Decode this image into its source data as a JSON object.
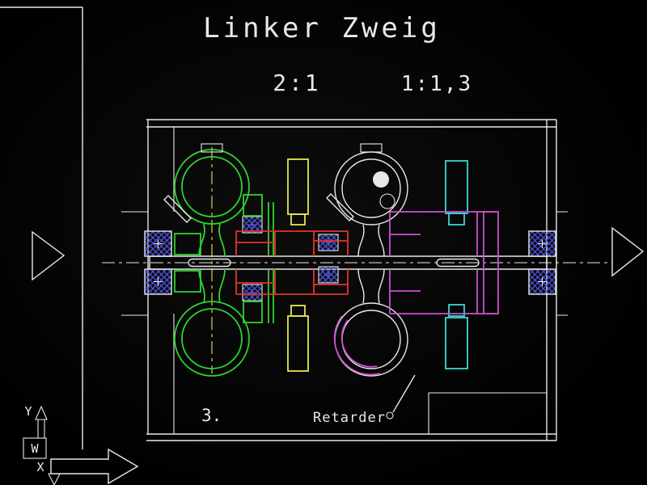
{
  "title": "Linker Zweig",
  "ratios": {
    "left": "2:1",
    "right": "1:1,3"
  },
  "annotations": {
    "position": "3.",
    "retarder": "Retarder"
  },
  "ucs": {
    "y": "Y",
    "w": "W",
    "x": "X"
  },
  "colors": {
    "background": "#000000",
    "line": "#e8e8e8",
    "green": "#2fd12f",
    "yellow": "#e6e650",
    "red": "#e5342a",
    "cyan": "#3cd6d6",
    "magenta": "#cf4fcf",
    "blue": "#4f55dd"
  }
}
